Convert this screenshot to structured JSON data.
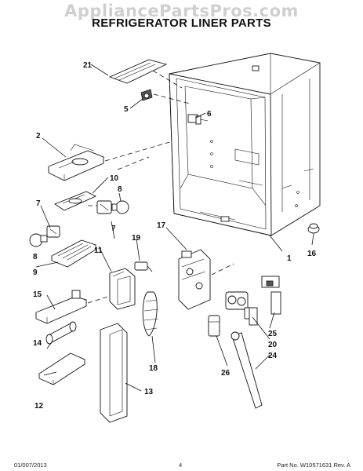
{
  "watermark": "AppliancePartsPros.com",
  "title": "REFRIGERATOR LINER PARTS",
  "footer": {
    "date": "01/007/2013",
    "page": "4",
    "part_number": "Part No. W10571631  Rev. A"
  },
  "callouts": {
    "c1": "1",
    "c2": "2",
    "c5": "5",
    "c6": "6",
    "c7a": "7",
    "c7b": "7",
    "c8a": "8",
    "c8b": "8",
    "c9": "9",
    "c10": "10",
    "c11": "11",
    "c12": "12",
    "c13": "13",
    "c14": "14",
    "c15": "15",
    "c16": "16",
    "c17": "17",
    "c18": "18",
    "c19": "19",
    "c20": "20",
    "c21": "21",
    "c24": "24",
    "c25": "25",
    "c26": "26"
  }
}
